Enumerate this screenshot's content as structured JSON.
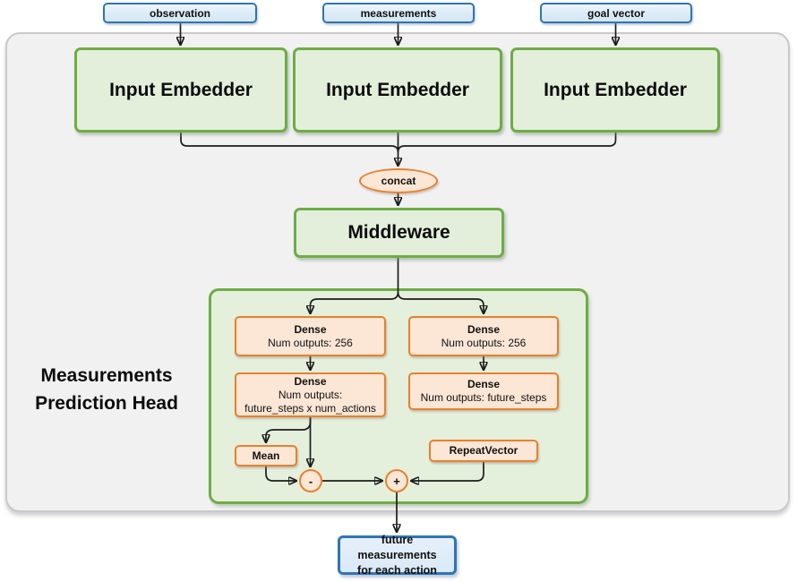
{
  "colors": {
    "blue_border": "#2E75B6",
    "blue_fill": "#DCEBF7",
    "green_border": "#6FAC47",
    "green_fill": "#E3EFDA",
    "orange_border": "#E8802E",
    "orange_fill": "#FCE6D5",
    "container_fill": "#F1F1F2",
    "container_border": "#C9C9CB",
    "wire": "#1C1C1C"
  },
  "inputs": [
    {
      "label": "observation"
    },
    {
      "label": "measurements"
    },
    {
      "label": "goal vector"
    }
  ],
  "embedders": [
    {
      "label": "Input Embedder"
    },
    {
      "label": "Input Embedder"
    },
    {
      "label": "Input Embedder"
    }
  ],
  "concat": {
    "label": "concat"
  },
  "middleware": {
    "label": "Middleware"
  },
  "head": {
    "title": {
      "line1": "Measurements",
      "line2": "Prediction Head"
    },
    "left": {
      "dense1": {
        "title": "Dense",
        "line2": "Num outputs: 256"
      },
      "dense2": {
        "title": "Dense",
        "line2": "Num outputs:",
        "line3": "future_steps x num_actions"
      },
      "mean": {
        "label": "Mean"
      },
      "minus": {
        "label": "-"
      }
    },
    "right": {
      "dense1": {
        "title": "Dense",
        "line2": "Num outputs: 256"
      },
      "dense2": {
        "title": "Dense",
        "line2": "Num outputs: future_steps"
      },
      "repeat": {
        "label": "RepeatVector"
      },
      "plus": {
        "label": "+"
      }
    }
  },
  "output": {
    "line1": "future measurements",
    "line2": "for each action"
  }
}
